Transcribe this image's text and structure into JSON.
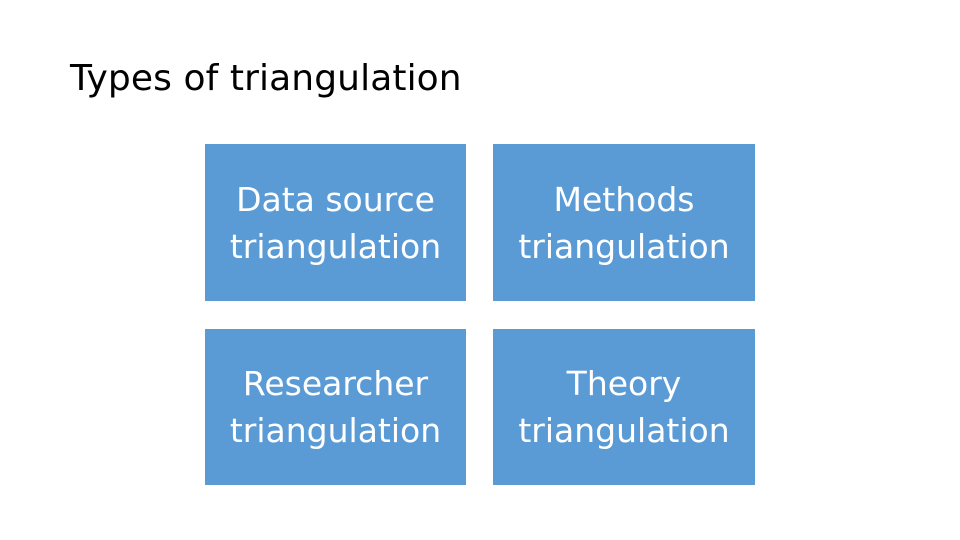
{
  "slide": {
    "title": "Types of triangulation",
    "background_color": "#ffffff",
    "title_color": "#000000",
    "box_color": "#5B9BD5",
    "box_text_color": "#ffffff"
  },
  "diagram": {
    "type": "grid",
    "rows": 2,
    "columns": 2,
    "cells": [
      {
        "line1": "Data source",
        "line2": "triangulation",
        "full_text": "Data source triangulation"
      },
      {
        "line1": "Methods",
        "line2": "triangulation",
        "full_text": "Methods triangulation"
      },
      {
        "line1": "Researcher",
        "line2": "triangulation",
        "full_text": "Researcher triangulation"
      },
      {
        "line1": "Theory",
        "line2": "triangulation",
        "full_text": "Theory triangulation"
      }
    ]
  }
}
